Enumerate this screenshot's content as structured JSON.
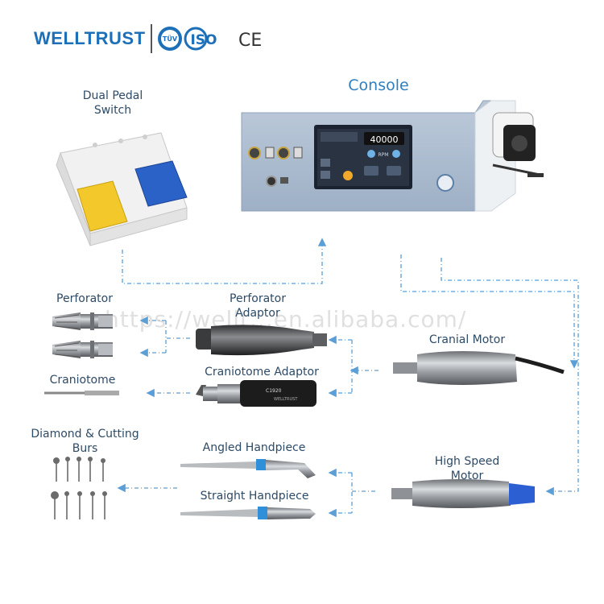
{
  "brand": {
    "name": "WELLTRUST",
    "badge_tuv": "TÜV",
    "badge_iso": "ISO",
    "badge_ce": "CE"
  },
  "watermark": "https://wellt...en.alibaba.com/",
  "console": {
    "label": "Console",
    "screen_rpm": "40000",
    "screen_unit": "RPM"
  },
  "labels": {
    "dual_pedal": "Dual Pedal\nSwitch",
    "perforator": "Perforator",
    "perforator_adaptor": "Perforator\nAdaptor",
    "craniotome": "Craniotome",
    "craniotome_adaptor": "Craniotome Adaptor",
    "cranial_motor": "Cranial Motor",
    "burs": "Diamond & Cutting\nBurs",
    "angled_handpiece": "Angled Handpiece",
    "straight_handpiece": "Straight Handpiece",
    "high_speed_motor": "High Speed\nMotor"
  },
  "colors": {
    "flow_line": "#5b9fd6",
    "label_text": "#2d4a66",
    "accent": "#2f7fc0",
    "pedal_yellow": "#f2c82a",
    "pedal_blue": "#2b62c8"
  }
}
